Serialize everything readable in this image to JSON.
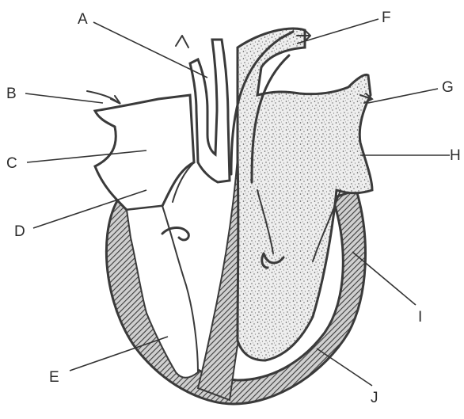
{
  "diagram": {
    "labels": [
      "A",
      "B",
      "C",
      "D",
      "E",
      "F",
      "G",
      "H",
      "I",
      "J"
    ]
  },
  "colors": {
    "background": "#ffffff",
    "outline": "#3a3a3a",
    "muscle_hatch": "#4a4a4a",
    "oxygenated_stipple": "#5a5a5a"
  }
}
